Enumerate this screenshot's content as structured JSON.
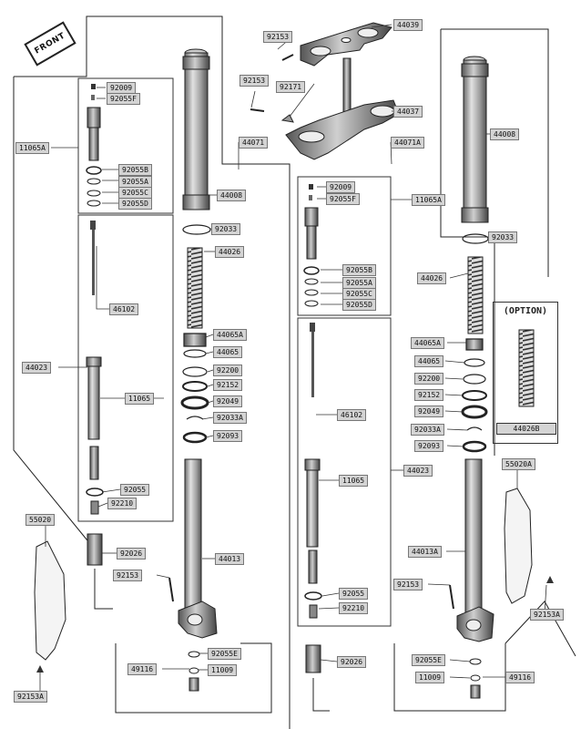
{
  "front_label": "FRONT",
  "option_title": "(OPTION)",
  "labels": {
    "l44039": "44039",
    "l92153a": "92153",
    "l92153b": "92153",
    "l92171": "92171",
    "l44037": "44037",
    "l92009a": "92009",
    "l92055fa": "92055F",
    "l11065aa": "11065A",
    "l92055ba": "92055B",
    "l92055aa": "92055A",
    "l92055ca": "92055C",
    "l92055da": "92055D",
    "l44071": "44071",
    "l44008a": "44008",
    "l92033a": "92033",
    "l44026a": "44026",
    "l46102a": "46102",
    "l44023a": "44023",
    "l11065a": "11065",
    "l44065aa": "44065A",
    "l44065a": "44065",
    "l92200a": "92200",
    "l92152a": "92152",
    "l92049a": "92049",
    "l92033aa": "92033A",
    "l92093a": "92093",
    "l92055a": "92055",
    "l92210a": "92210",
    "l55020": "55020",
    "l92026a": "92026",
    "l92153c": "92153",
    "l44013": "44013",
    "l92055ea": "92055E",
    "l49116a": "49116",
    "l11009a": "11009",
    "l92153aa": "92153A",
    "l44071a": "44071A",
    "l44008b": "44008",
    "l92009b": "92009",
    "l92055fb": "92055F",
    "l11065ab": "11065A",
    "l92055bb": "92055B",
    "l92055ab": "92055A",
    "l92055cb": "92055C",
    "l92055db": "92055D",
    "l92033b": "92033",
    "l44026b": "44026",
    "l44065ab": "44065A",
    "l44065b": "44065",
    "l92200b": "92200",
    "l92152b": "92152",
    "l92049b": "92049",
    "l46102b": "46102",
    "l92033ab": "92033A",
    "l92093b": "92093",
    "l44023b": "44023",
    "l11065b": "11065",
    "l55020a": "55020A",
    "l44013a": "44013A",
    "l92153d": "92153",
    "l92055b": "92055",
    "l92210b": "92210",
    "l92153ab": "92153A",
    "l92026b": "92026",
    "l92055eb": "92055E",
    "l11009b": "11009",
    "l49116b": "49116",
    "l44026bopt": "44026B"
  }
}
